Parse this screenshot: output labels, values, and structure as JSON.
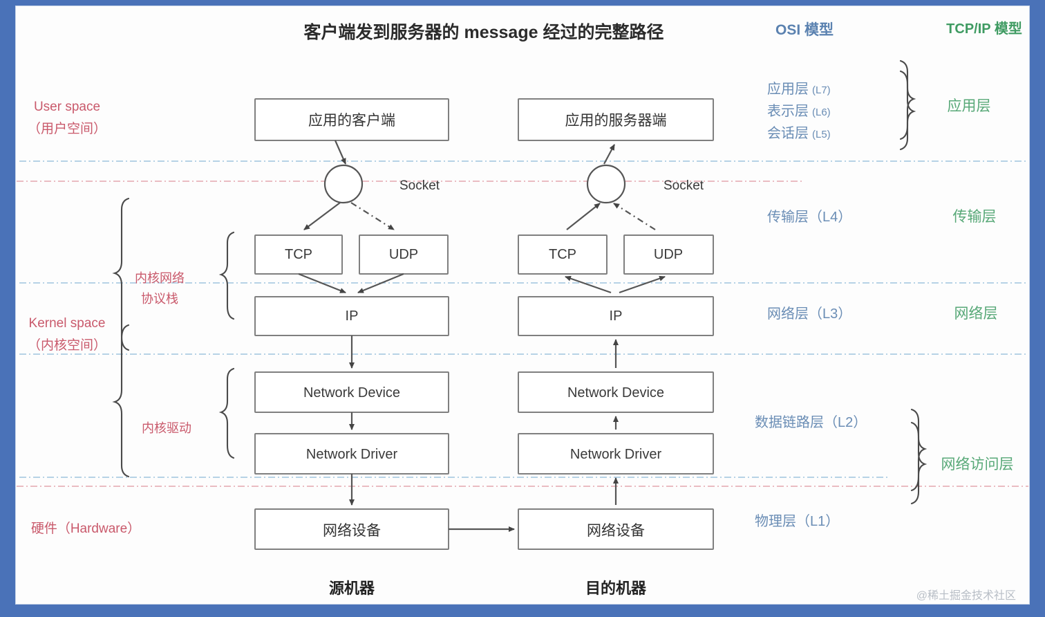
{
  "title": "客户端发到服务器的 message 经过的完整路径",
  "watermark": "@稀土掘金技术社区",
  "headers": {
    "osi": "OSI 模型",
    "tcpip": "TCP/IP 模型"
  },
  "colors": {
    "frame_blue": "#4a72b8",
    "osi_text": "#6a8db5",
    "tcpip_text": "#57a877",
    "annotation_red": "#c9596b",
    "box_stroke": "#7f7f7f",
    "separator_blue": "#9fc4de",
    "separator_red": "#e3a6ae"
  },
  "left_annotations": {
    "user_space_en": "User space",
    "user_space_cn": "（用户空间）",
    "kernel_space_en": "Kernel space",
    "kernel_space_cn": "（内核空间）",
    "hardware": "硬件（Hardware）",
    "kernel_net_stack_l1": "内核网络",
    "kernel_net_stack_l2": "协议栈",
    "kernel_driver": "内核驱动"
  },
  "osi_layers": [
    {
      "name": "应用层",
      "code": "(L7)"
    },
    {
      "name": "表示层",
      "code": "(L6)"
    },
    {
      "name": "会话层",
      "code": "(L5)"
    },
    {
      "name": "传输层（L4）",
      "code": ""
    },
    {
      "name": "网络层（L3）",
      "code": ""
    },
    {
      "name": "数据链路层（L2）",
      "code": ""
    },
    {
      "name": "物理层（L1）",
      "code": ""
    }
  ],
  "tcpip_layers": [
    {
      "name": "应用层"
    },
    {
      "name": "传输层"
    },
    {
      "name": "网络层"
    },
    {
      "name": "网络访问层"
    }
  ],
  "columns": [
    {
      "key": "source",
      "machine_label": "源机器",
      "socket_label": "Socket",
      "boxes": [
        {
          "name": "app",
          "label": "应用的客户端"
        },
        {
          "name": "tcp",
          "label": "TCP"
        },
        {
          "name": "udp",
          "label": "UDP"
        },
        {
          "name": "ip",
          "label": "IP"
        },
        {
          "name": "netdevice",
          "label": "Network Device"
        },
        {
          "name": "netdriver",
          "label": "Network Driver"
        },
        {
          "name": "hwdevice",
          "label": "网络设备"
        }
      ]
    },
    {
      "key": "destination",
      "machine_label": "目的机器",
      "socket_label": "Socket",
      "boxes": [
        {
          "name": "app",
          "label": "应用的服务器端"
        },
        {
          "name": "tcp",
          "label": "TCP"
        },
        {
          "name": "udp",
          "label": "UDP"
        },
        {
          "name": "ip",
          "label": "IP"
        },
        {
          "name": "netdevice",
          "label": "Network Device"
        },
        {
          "name": "netdriver",
          "label": "Network Driver"
        },
        {
          "name": "hwdevice",
          "label": "网络设备"
        }
      ]
    }
  ]
}
